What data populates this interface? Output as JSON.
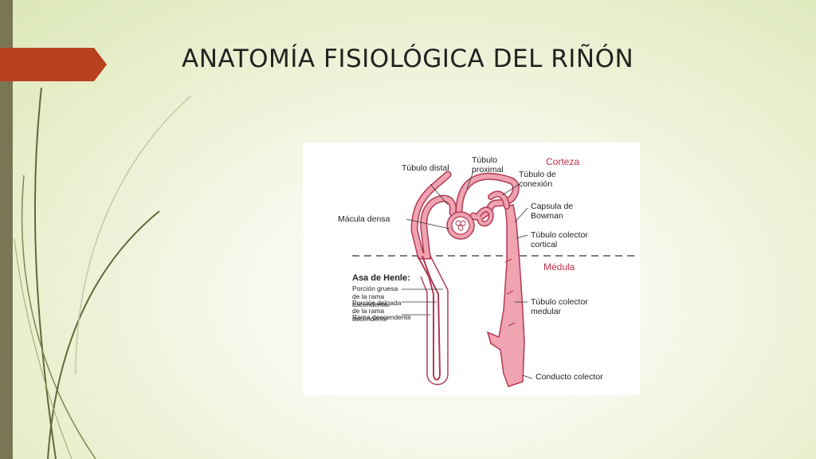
{
  "slide": {
    "title": "ANATOMÍA FISIOLÓGICA DEL RIÑÓN"
  },
  "diagram": {
    "regions": {
      "cortex": "Corteza",
      "medulla": "Médula"
    },
    "labels": {
      "distal_tubule": "Túbulo distal",
      "proximal_tubule": "Túbulo proximal",
      "connecting_tubule": "Túbulo de conexión",
      "macula_densa": "Mácula densa",
      "bowman_capsule": "Capsula de Bowman",
      "cortical_collecting": "Túbulo colector cortical",
      "henle_title": "Asa de Henle:",
      "henle_thick": "Porción gruesa de la rama ascendente",
      "henle_thin": "Porción delgada de la rama ascendente",
      "henle_desc": "Rama descendente",
      "medullary_collecting": "Túbulo colector medular",
      "collecting_duct": "Conducto colector"
    },
    "colors": {
      "tubule_fill": "#f0a3b1",
      "tubule_stroke": "#b23a55",
      "region_text": "#c0304a"
    }
  }
}
